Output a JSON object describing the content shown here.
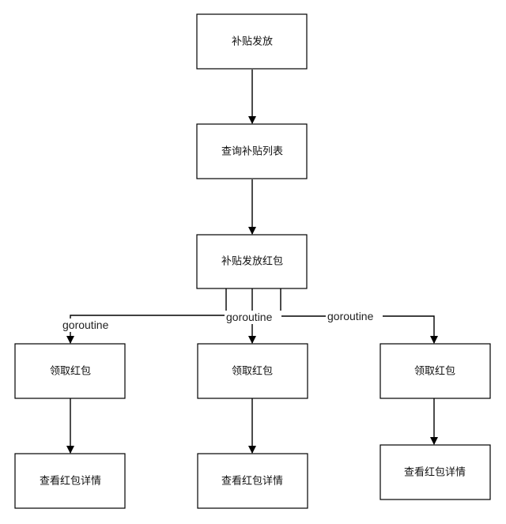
{
  "nodes": {
    "issue_subsidy": "补贴发放",
    "query_subsidy_list": "查询补贴列表",
    "issue_red_packet": "补贴发放红包",
    "receive_left": "领取红包",
    "receive_center": "领取红包",
    "receive_right": "领取红包",
    "detail_left": "查看红包详情",
    "detail_center": "查看红包详情",
    "detail_right": "查看红包详情"
  },
  "edge_labels": {
    "left": "goroutine",
    "center": "goroutine",
    "right": "goroutine"
  }
}
